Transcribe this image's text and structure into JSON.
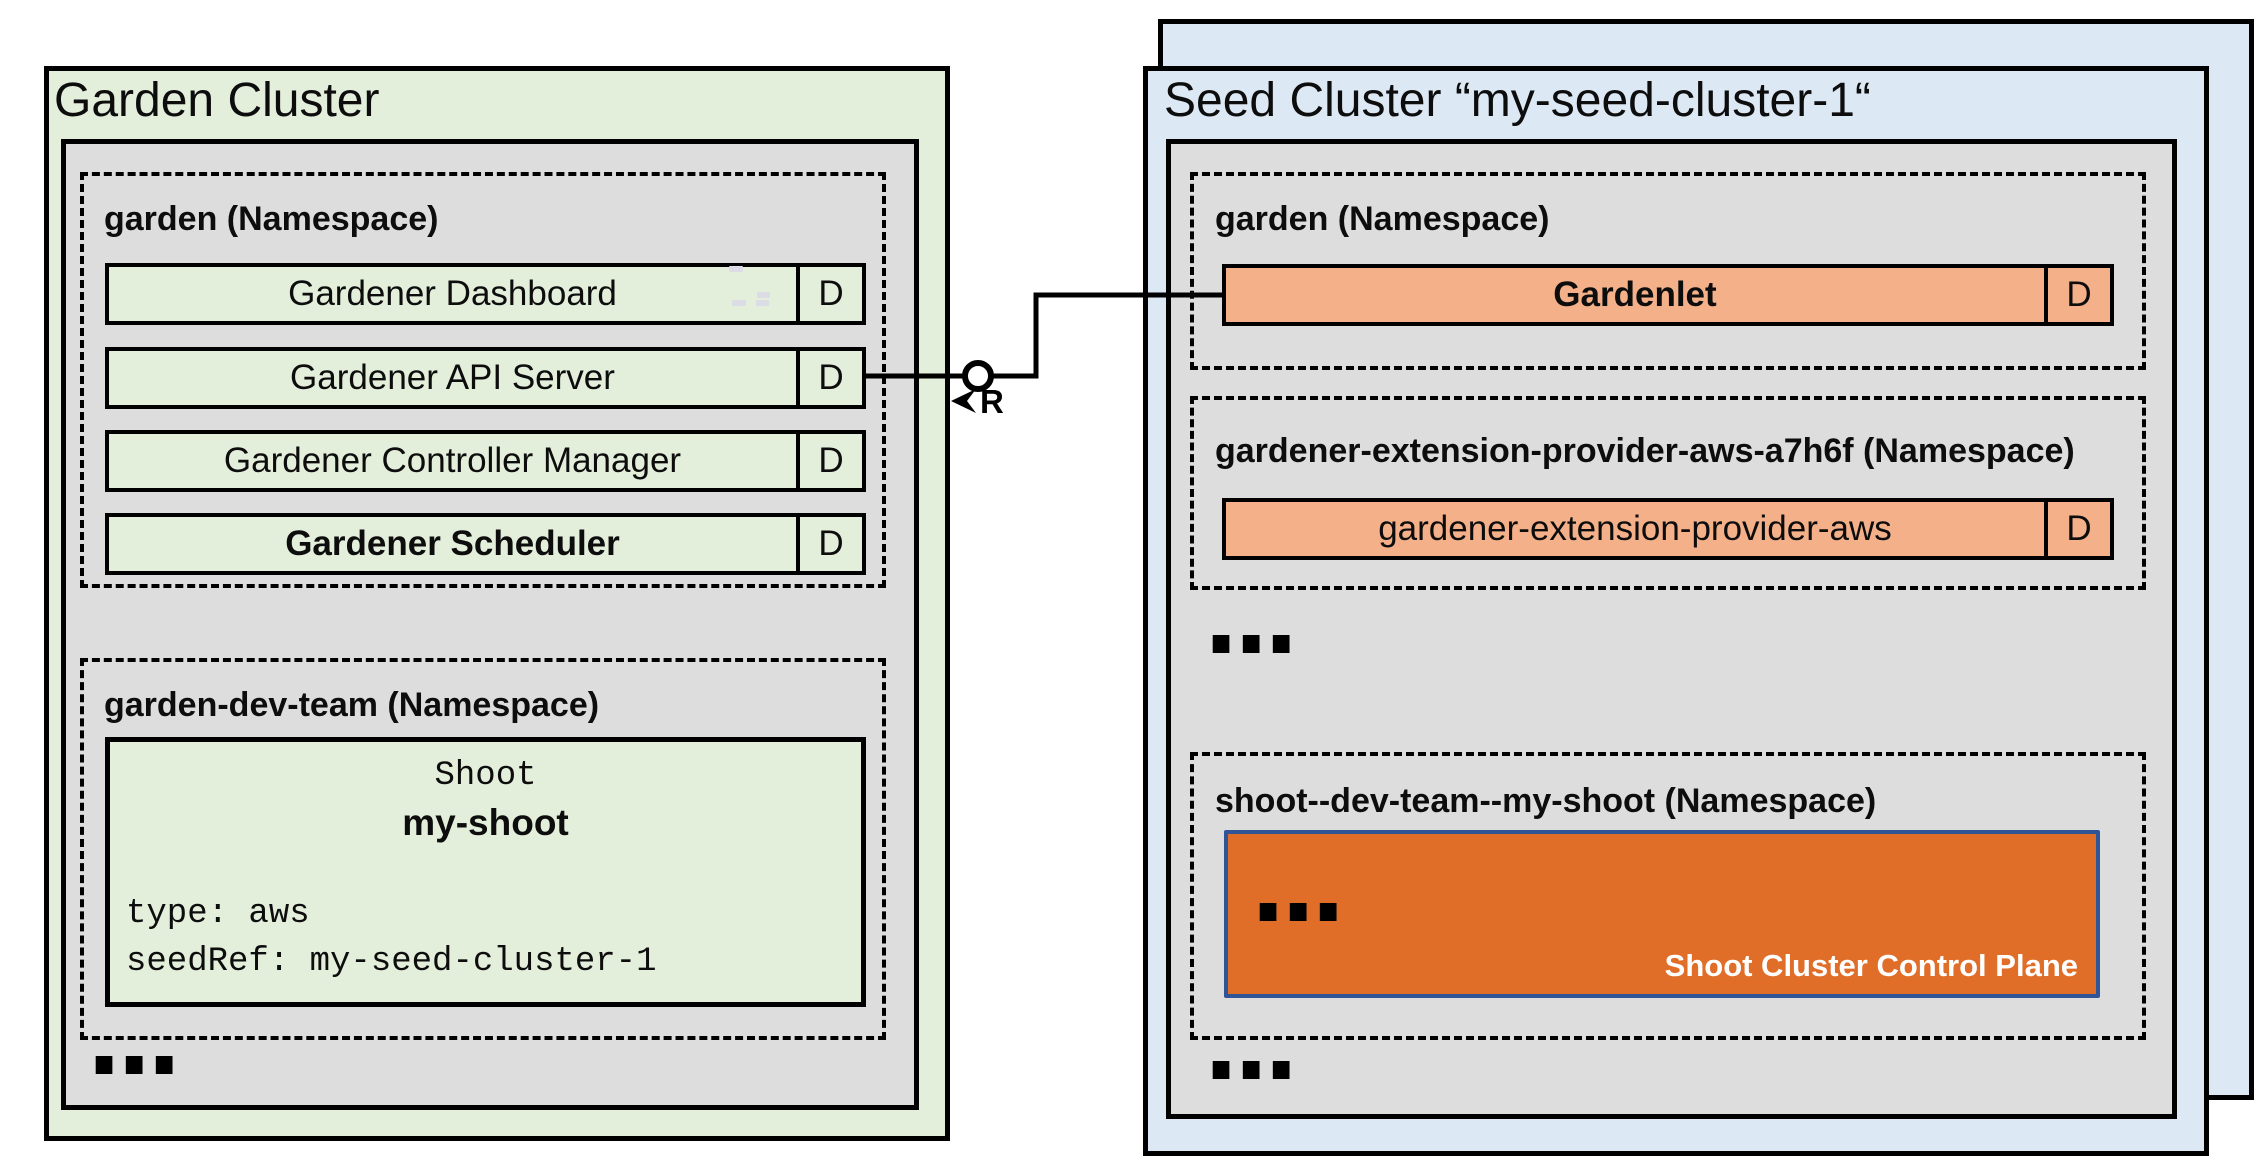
{
  "colors": {
    "garden_cluster_green": "#e3eedb",
    "namespace_gray": "#dddddd",
    "seed_cluster_blue": "#dce8f4",
    "component_orange": "#f3b089",
    "control_plane_orange": "#e06d28",
    "control_plane_border_blue": "#2f5597",
    "line_black": "#000000"
  },
  "garden_cluster": {
    "title": "Garden Cluster",
    "garden_namespace": {
      "label": "garden (Namespace)",
      "components": [
        {
          "name": "Gardener Dashboard",
          "badge": "D"
        },
        {
          "name": "Gardener API Server",
          "badge": "D"
        },
        {
          "name": "Gardener Controller Manager",
          "badge": "D"
        },
        {
          "name": "Gardener Scheduler",
          "badge": "D"
        }
      ]
    },
    "dev_team_namespace": {
      "label": "garden-dev-team (Namespace)",
      "shoot_resource": {
        "kind": "Shoot",
        "name": "my-shoot",
        "spec": [
          "type: aws",
          "seedRef: my-seed-cluster-1"
        ]
      }
    },
    "more_indicator": "..."
  },
  "seed_cluster": {
    "title": "Seed Cluster “my-seed-cluster-1“",
    "garden_namespace": {
      "label": "garden (Namespace)",
      "components": [
        {
          "name": "Gardenlet",
          "badge": "D"
        }
      ]
    },
    "extension_namespace": {
      "label": "gardener-extension-provider-aws-a7h6f (Namespace)",
      "components": [
        {
          "name": "gardener-extension-provider-aws",
          "badge": "D"
        }
      ]
    },
    "more_indicator_top": "...",
    "shoot_namespace": {
      "label": "shoot--dev-team--my-shoot (Namespace)",
      "control_plane": {
        "more_indicator": "...",
        "label": "Shoot Cluster Control Plane"
      }
    },
    "more_indicator_bottom": "..."
  },
  "connector": {
    "marker_label": "R"
  }
}
